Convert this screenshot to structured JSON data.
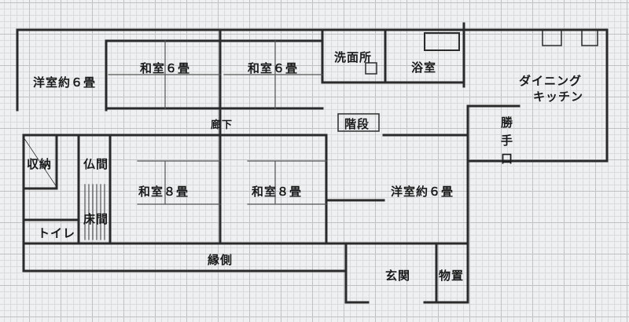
{
  "floor_plan": {
    "rooms": {
      "western_nw": "洋室約６畳",
      "japanese6_a": "和室６畳",
      "japanese6_b": "和室６畳",
      "washroom": "洗面所",
      "bathroom": "浴室",
      "dining_line1": "ダイニング",
      "dining_line2": "キッチン",
      "hallway": "廊下",
      "stairs": "階段",
      "back_door": "勝手口",
      "storage": "収納",
      "altar_room": "仏間",
      "japanese8_a": "和室８畳",
      "japanese8_b": "和室８畳",
      "western_e": "洋室約６畳",
      "tokonoma": "床間",
      "toilet": "トイレ",
      "veranda": "縁側",
      "entrance": "玄関",
      "shed": "物置"
    },
    "colors": {
      "wall": "#2a2a2a",
      "grid": "#b9c3cc",
      "paper": "#eef0f1"
    }
  }
}
